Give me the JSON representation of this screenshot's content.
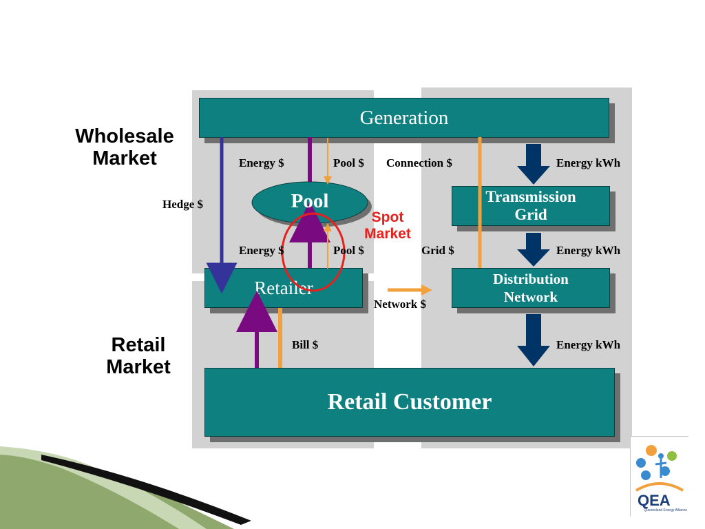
{
  "diagram": {
    "sections": {
      "wholesale": "Wholesale\nMarket",
      "retail": "Retail\nMarket"
    },
    "boxes": {
      "generation": "Generation",
      "pool": "Pool",
      "retailer": "Retailer",
      "transmission": "Transmission\nGrid",
      "distribution": "Distribution\nNetwork",
      "customer": "Retail Customer"
    },
    "labels": {
      "energy_dollar_top": "Energy $",
      "pool_dollar_top": "Pool $",
      "connection_dollar": "Connection $",
      "energy_kwh_top": "Energy kWh",
      "hedge_dollar": "Hedge $",
      "energy_dollar_mid": "Energy $",
      "pool_dollar_mid": "Pool $",
      "grid_dollar": "Grid $",
      "energy_kwh_mid": "Energy kWh",
      "network_dollar": "Network $",
      "bill_dollar": "Bill $",
      "energy_kwh_bottom": "Energy kWh"
    },
    "spot_market": "Spot\nMarket"
  },
  "logo": {
    "text": "QEA",
    "subtext": "Queensland Energy Alliance",
    "icon_names": [
      "sun-icon",
      "wind-turbine-icon",
      "water-drop-icon",
      "fan-icon",
      "flame-icon",
      "person-icon"
    ]
  },
  "colors": {
    "box_fill": "#0f8080",
    "panel": "#d2d2d2",
    "energy_arrow": "#003366",
    "hedge_arrow": "#33339a",
    "payment_purple": "#7a0a80",
    "payment_orange": "#f2a03c",
    "spot_red": "#e8201c"
  }
}
